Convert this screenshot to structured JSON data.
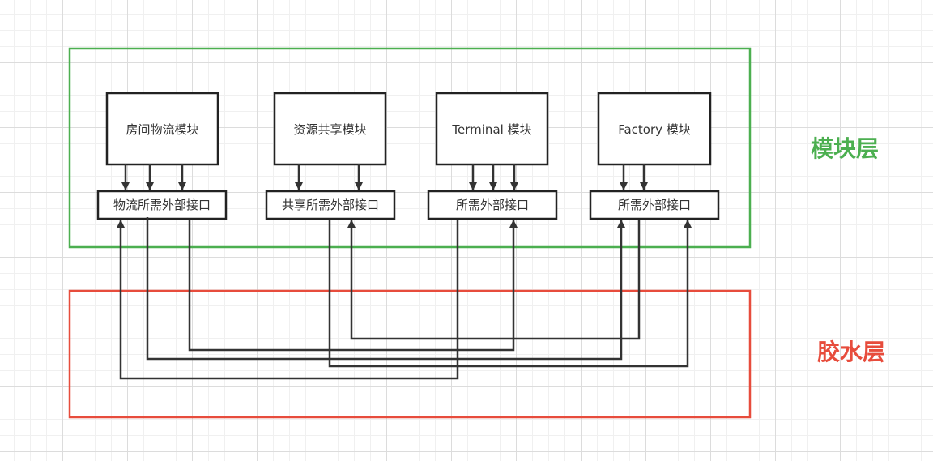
{
  "layers": {
    "module_layer": {
      "label": "模块层",
      "color": "#4caf50"
    },
    "glue_layer": {
      "label": "胶水层",
      "color": "#e74c3c"
    }
  },
  "modules": [
    {
      "label": "房间物流模块",
      "interface": "物流所需外部接口"
    },
    {
      "label": "资源共享模块",
      "interface": "共享所需外部接口"
    },
    {
      "label": "Terminal 模块",
      "interface": "所需外部接口"
    },
    {
      "label": "Factory 模块",
      "interface": "所需外部接口"
    }
  ],
  "colors": {
    "stroke": "#333333",
    "background": "#ffffff"
  }
}
